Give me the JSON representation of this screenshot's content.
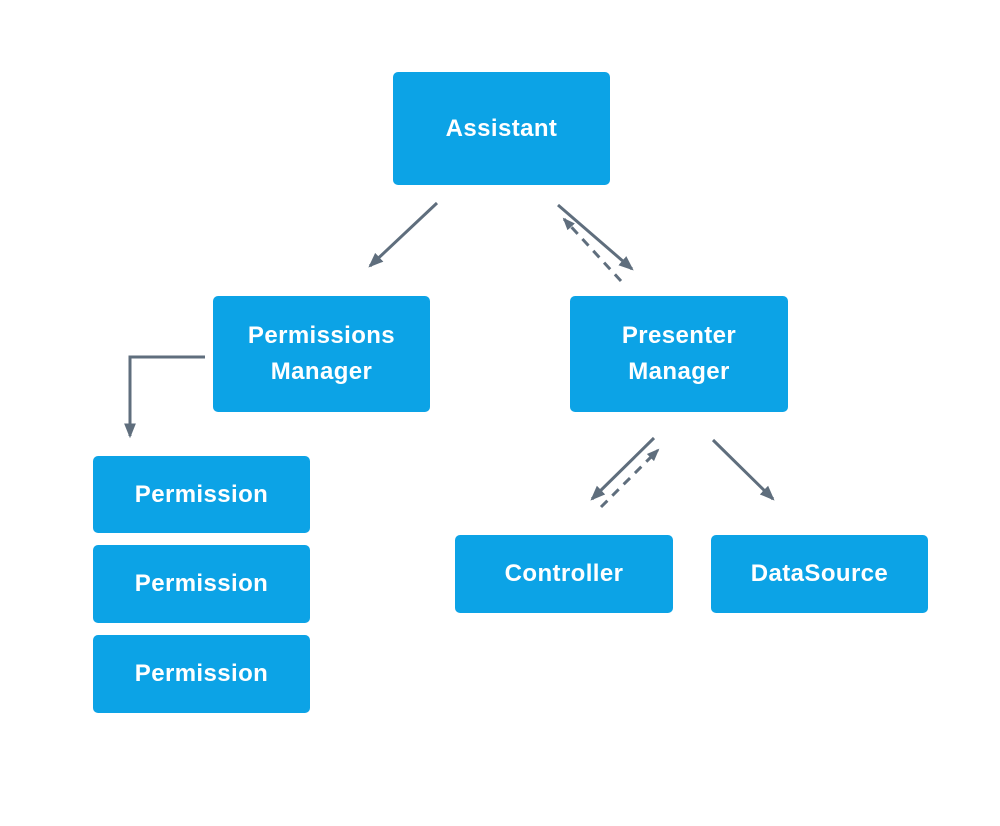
{
  "diagram": {
    "colors": {
      "node_fill": "#0ca3e6",
      "node_text": "#ffffff",
      "edge": "#5f6e7d",
      "background": "#ffffff"
    },
    "nodes": [
      {
        "id": "assistant",
        "label": "Assistant"
      },
      {
        "id": "permissions-manager",
        "label": "Permissions Manager"
      },
      {
        "id": "presenter-manager",
        "label": "Presenter Manager"
      },
      {
        "id": "permission-1",
        "label": "Permission"
      },
      {
        "id": "permission-2",
        "label": "Permission"
      },
      {
        "id": "permission-3",
        "label": "Permission"
      },
      {
        "id": "controller",
        "label": "Controller"
      },
      {
        "id": "datasource",
        "label": "DataSource"
      }
    ],
    "edges": [
      {
        "from": "assistant",
        "to": "permissions-manager",
        "style": "solid",
        "direction": "one-way"
      },
      {
        "from": "assistant",
        "to": "presenter-manager",
        "style": "solid",
        "direction": "one-way"
      },
      {
        "from": "presenter-manager",
        "to": "assistant",
        "style": "dashed",
        "direction": "one-way"
      },
      {
        "from": "permissions-manager",
        "to": "permission-1",
        "style": "solid-elbow",
        "direction": "one-way"
      },
      {
        "from": "presenter-manager",
        "to": "controller",
        "style": "solid",
        "direction": "one-way"
      },
      {
        "from": "controller",
        "to": "presenter-manager",
        "style": "dashed",
        "direction": "one-way"
      },
      {
        "from": "presenter-manager",
        "to": "datasource",
        "style": "solid",
        "direction": "one-way"
      }
    ]
  }
}
